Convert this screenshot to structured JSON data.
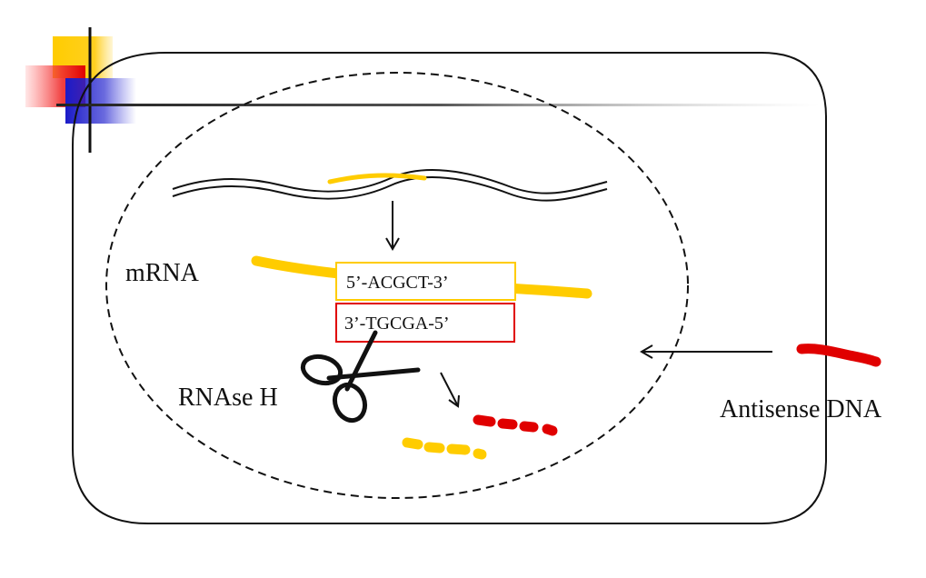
{
  "labels": {
    "mrna": "mRNA",
    "sense_seq": "5’-ACGCT-3’",
    "antisense_seq": "3’-TGCGA-5’",
    "enzyme": "RNAse H",
    "antisense_dna": "Antisense DNA"
  },
  "colors": {
    "mrna_yellow": "#FFCC00",
    "antisense_red": "#E00000",
    "outline": "#000000",
    "accent_blue": "#1A1AC8"
  },
  "icons": [
    "scissors-icon",
    "slide-corner-decoration"
  ]
}
